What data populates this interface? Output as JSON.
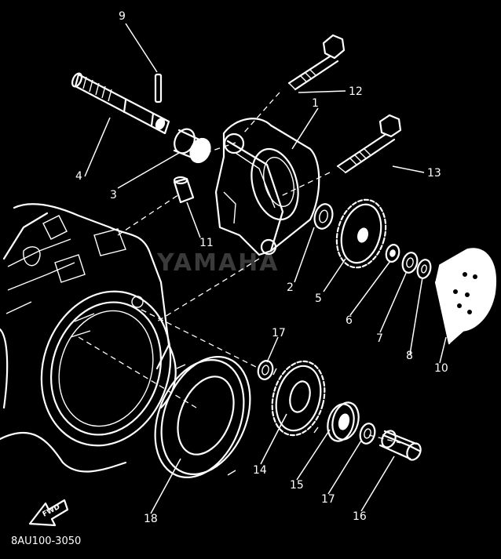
{
  "diagram": {
    "drawing_code": "8AU100-3050",
    "fwd_label": "FWD",
    "watermark": "YAMAHA"
  },
  "callouts": [
    {
      "id": "c1",
      "text": "1"
    },
    {
      "id": "c2",
      "text": "2"
    },
    {
      "id": "c3",
      "text": "3"
    },
    {
      "id": "c4",
      "text": "4"
    },
    {
      "id": "c5",
      "text": "5"
    },
    {
      "id": "c6",
      "text": "6"
    },
    {
      "id": "c7",
      "text": "7"
    },
    {
      "id": "c8",
      "text": "8"
    },
    {
      "id": "c9",
      "text": "9"
    },
    {
      "id": "c10",
      "text": "10"
    },
    {
      "id": "c11",
      "text": "11"
    },
    {
      "id": "c12",
      "text": "12"
    },
    {
      "id": "c13",
      "text": "13"
    },
    {
      "id": "c14",
      "text": "14"
    },
    {
      "id": "c15",
      "text": "15"
    },
    {
      "id": "c16",
      "text": "16"
    },
    {
      "id": "c17a",
      "text": "17"
    },
    {
      "id": "c17b",
      "text": "17"
    },
    {
      "id": "c18",
      "text": "18"
    }
  ]
}
